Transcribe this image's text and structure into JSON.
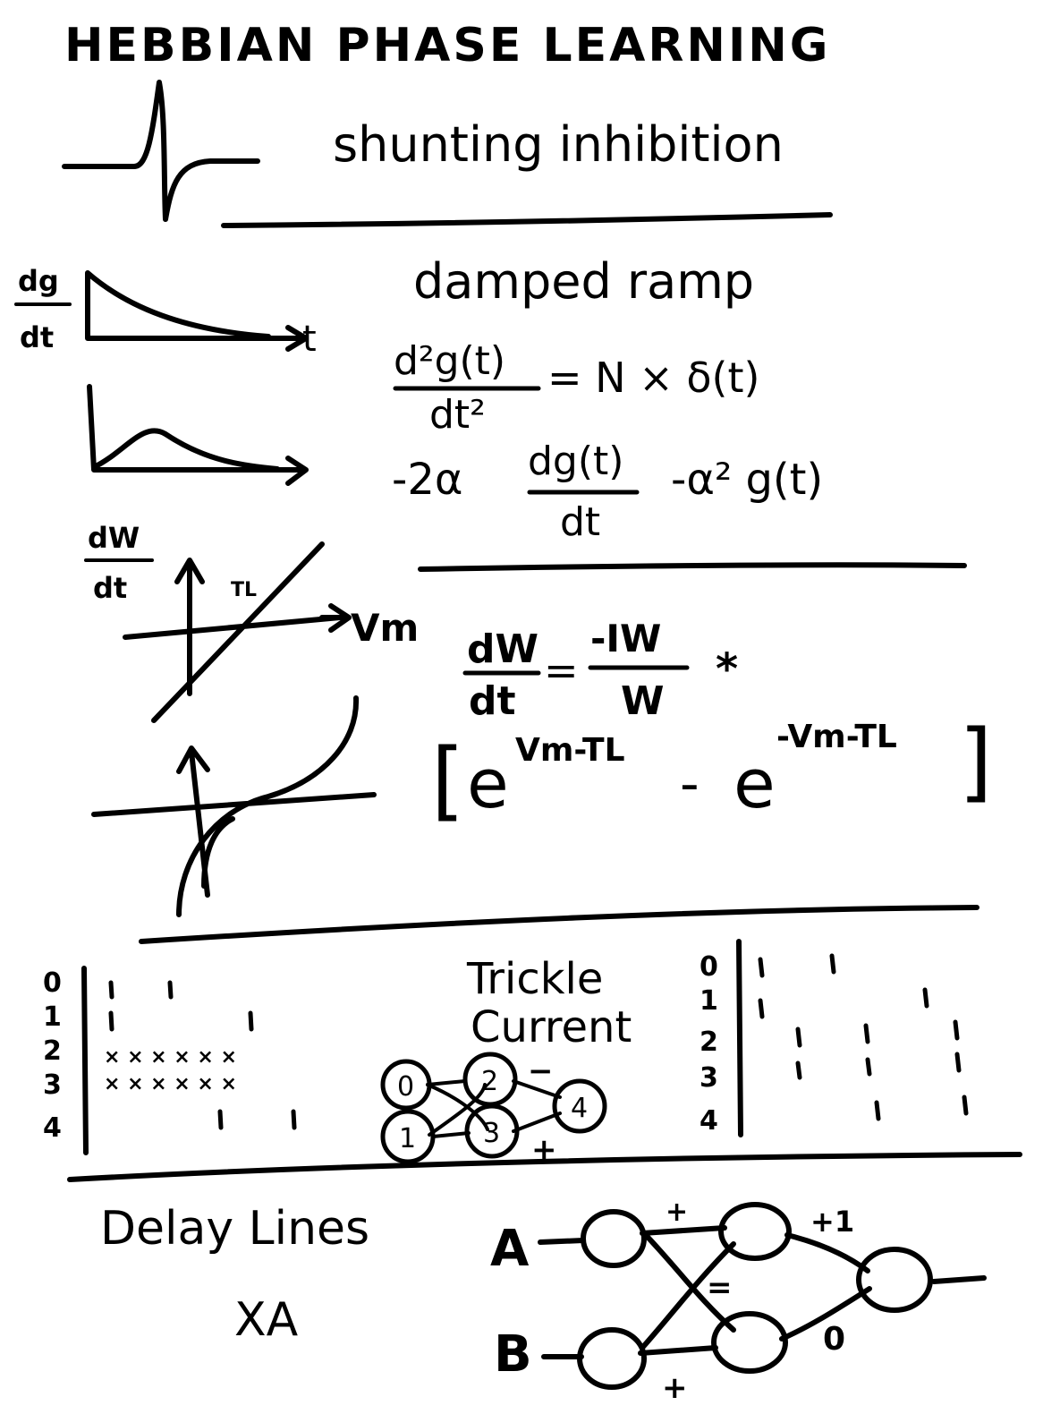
{
  "title": "HEBBIAN PHASE LEARNING",
  "section1": {
    "label": "shunting inhibition"
  },
  "section2": {
    "axis_y": "dg",
    "axis_y_den": "dt",
    "axis_x": "t",
    "label": "damped ramp",
    "eq_lhs_num": "d²g(t)",
    "eq_lhs_den": "dt²",
    "eq_rhs": "= N × δ(t)",
    "eq2_pre": "-2α",
    "eq2_num": "dg(t)",
    "eq2_den": "dt",
    "eq2_post": "-α² g(t)"
  },
  "section3": {
    "axis_y": "dW",
    "axis_y_den": "dt",
    "threshold": "TL",
    "axis_x": "Vm",
    "eq_lhs_num": "dW",
    "eq_lhs_den": "dt",
    "eq_rhs_num": "-IW",
    "eq_rhs_den": "W",
    "eq_star": "*",
    "eq_bracket_open": "[",
    "eq_e1": "e",
    "eq_exp1": "Vm-TL",
    "eq_minus": "-",
    "eq_e2": "e",
    "eq_exp2": "-Vm-TL",
    "eq_bracket_close": "]"
  },
  "section4": {
    "label_line1": "Trickle",
    "label_line2": "Current",
    "left_rows": [
      "0",
      "1",
      "2",
      "3",
      "4"
    ],
    "right_rows": [
      "0",
      "1",
      "2",
      "3",
      "4"
    ],
    "nodes": [
      "0",
      "1",
      "2",
      "3",
      "4"
    ],
    "sign_minus": "−",
    "sign_plus": "+"
  },
  "section5": {
    "label": "Delay Lines",
    "sublabel": "XA",
    "input_a": "A",
    "input_b": "B",
    "w_top": "+",
    "w_top_right": "+1",
    "w_cross": "=",
    "w_bottom": "+",
    "w_bottom_right": "0"
  }
}
